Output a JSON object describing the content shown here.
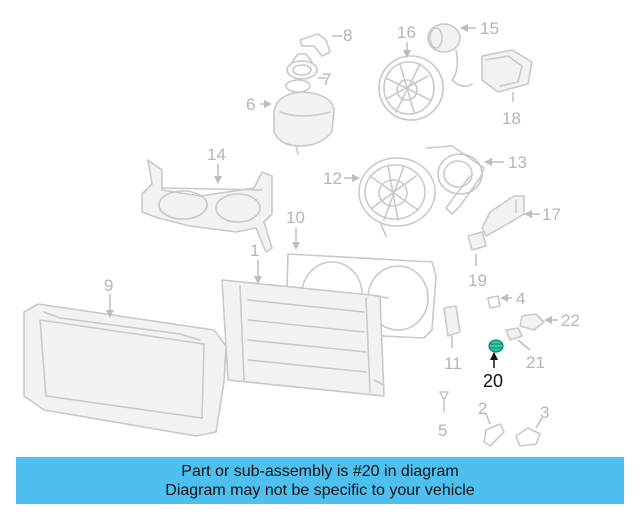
{
  "diagram": {
    "callouts": {
      "c1": "1",
      "c2": "2",
      "c3": "3",
      "c4": "4",
      "c5": "5",
      "c6": "6",
      "c7": "7",
      "c8": "8",
      "c9": "9",
      "c10": "10",
      "c11": "11",
      "c12": "12",
      "c13": "13",
      "c14": "14",
      "c15": "15",
      "c16": "16",
      "c17": "17",
      "c18": "18",
      "c19": "19",
      "c20": "20",
      "c21": "21",
      "c22": "22"
    },
    "highlighted_part": "20",
    "colors": {
      "highlight_part": "#2ec4a6",
      "faded_lines": "#c9c9c9",
      "highlight_callout": "#111111"
    }
  },
  "banner": {
    "line1": "Part or sub-assembly is #20 in diagram",
    "line2": "Diagram may not be specific to your vehicle",
    "background": "#4ec0ef"
  }
}
